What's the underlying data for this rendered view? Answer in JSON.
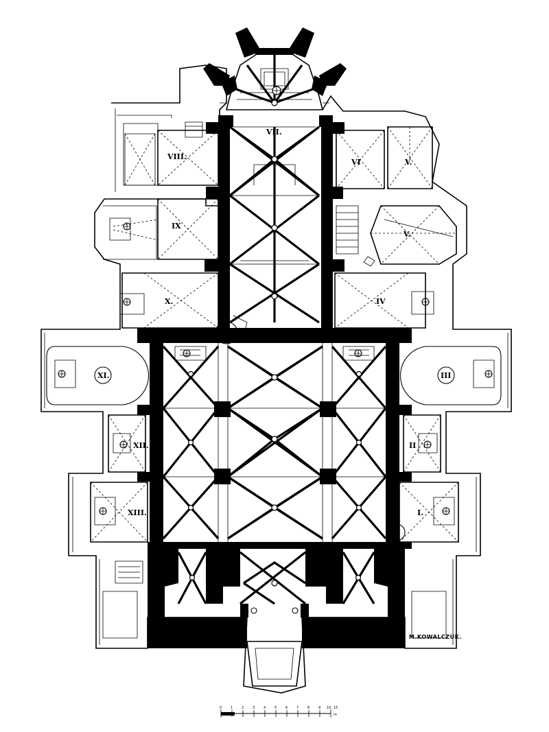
{
  "drawing": {
    "signature": "M.KOWALCZUK.",
    "chapels": [
      {
        "id": "ch1",
        "numeral": "I."
      },
      {
        "id": "ch2",
        "numeral": "II"
      },
      {
        "id": "ch3",
        "numeral": "III"
      },
      {
        "id": "ch4",
        "numeral": "IV"
      },
      {
        "id": "ch5a",
        "numeral": "V."
      },
      {
        "id": "ch5b",
        "numeral": "V."
      },
      {
        "id": "ch6",
        "numeral": "VI"
      },
      {
        "id": "ch7",
        "numeral": "VII."
      },
      {
        "id": "ch8",
        "numeral": "VIII."
      },
      {
        "id": "ch9",
        "numeral": "IX"
      },
      {
        "id": "ch10",
        "numeral": "X."
      },
      {
        "id": "ch11",
        "numeral": "XI."
      },
      {
        "id": "ch12",
        "numeral": "XII."
      },
      {
        "id": "ch13",
        "numeral": "XIII."
      }
    ],
    "scale_bar": {
      "ticks": [
        "0",
        "1",
        "2",
        "3",
        "4",
        "5",
        "6",
        "7",
        "8",
        "9",
        "10",
        "15"
      ],
      "unit": "m"
    }
  }
}
